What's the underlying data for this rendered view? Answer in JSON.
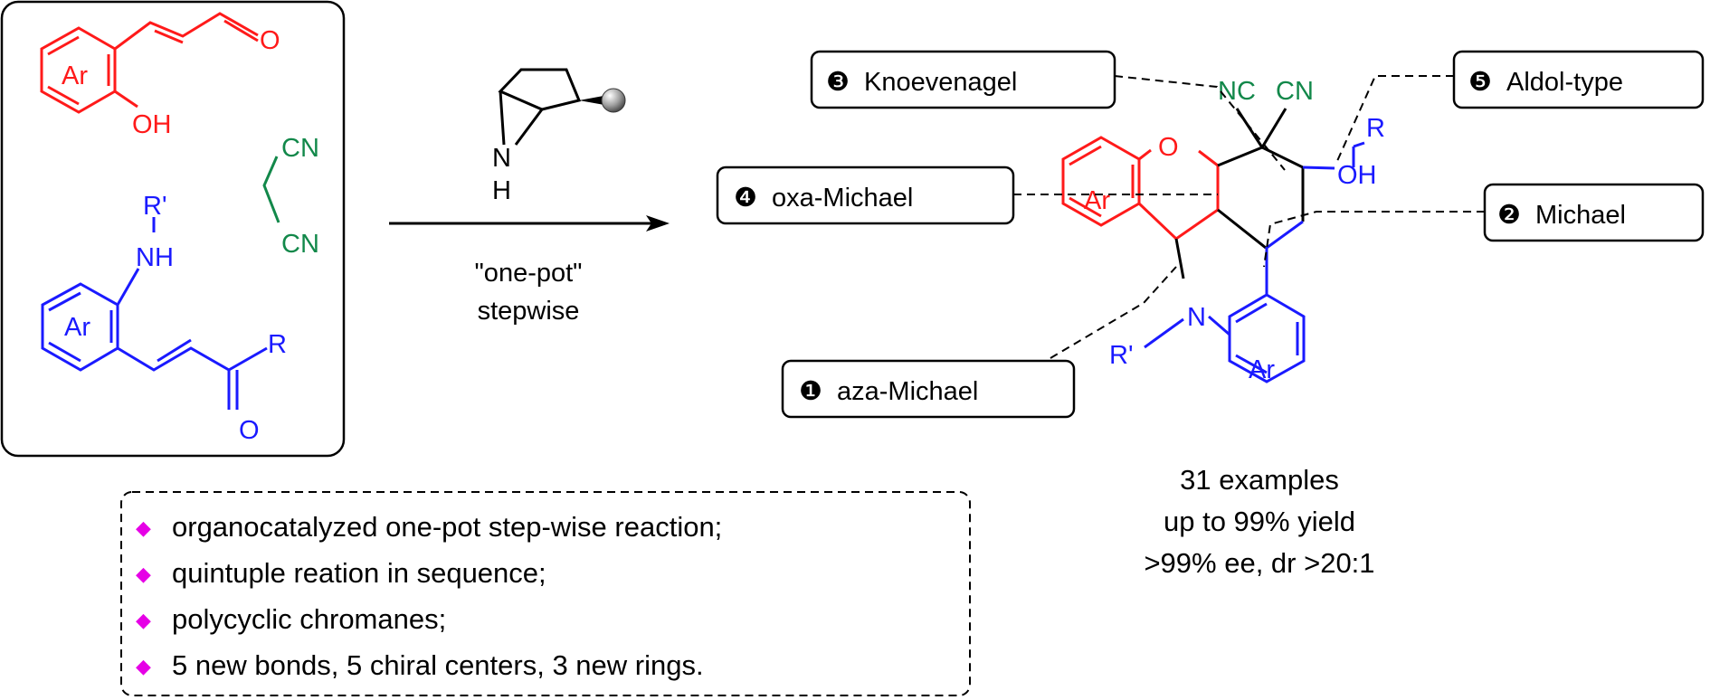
{
  "reactants": {
    "aldehyde": {
      "ring_label": "Ar",
      "hydroxyl_label": "OH",
      "carbonyl_label": "O"
    },
    "malononitrile": {
      "nitrile_top": "CN",
      "nitrile_bottom": "CN"
    },
    "enone": {
      "substituent_label": "R'",
      "amine_label": "NH",
      "ring_label": "Ar",
      "r_label": "R",
      "carbonyl_label": "O"
    }
  },
  "catalyst": {
    "nh_label": "N",
    "h_label": "H"
  },
  "conditions": {
    "line1": "\"one-pot\"",
    "line2": "stepwise"
  },
  "product": {
    "top_ring_label": "Ar",
    "bottom_ring_label": "Ar",
    "oxygen_label": "O",
    "nitrogen_label": "N",
    "n_substituent_label": "R'",
    "cn_left": "NC",
    "cn_right": "CN",
    "r_label": "R",
    "oh_label": "OH"
  },
  "steps": [
    {
      "number": "❶",
      "label": "aza-Michael"
    },
    {
      "number": "❷",
      "label": "Michael"
    },
    {
      "number": "❸",
      "label": "Knoevenagel"
    },
    {
      "number": "❹",
      "label": "oxa-Michael"
    },
    {
      "number": "❺",
      "label": "Aldol-type"
    }
  ],
  "results": {
    "line1": "31 examples",
    "line2": "up to 99% yield",
    "line3": ">99% ee, dr >20:1"
  },
  "highlights": [
    {
      "bullet": "◆",
      "text": "organocatalyzed one-pot step-wise reaction;"
    },
    {
      "bullet": "◆",
      "text": "quintuple reation in sequence;"
    },
    {
      "bullet": "◆",
      "text": "polycyclic chromanes;"
    },
    {
      "bullet": "◆",
      "text": "5 new bonds, 5 chiral centers, 3 new rings."
    }
  ],
  "colors": {
    "aldehyde": "#ff1a1a",
    "enone": "#1a1aff",
    "malononitrile": "#12884a",
    "bullet": "#e600e6"
  }
}
